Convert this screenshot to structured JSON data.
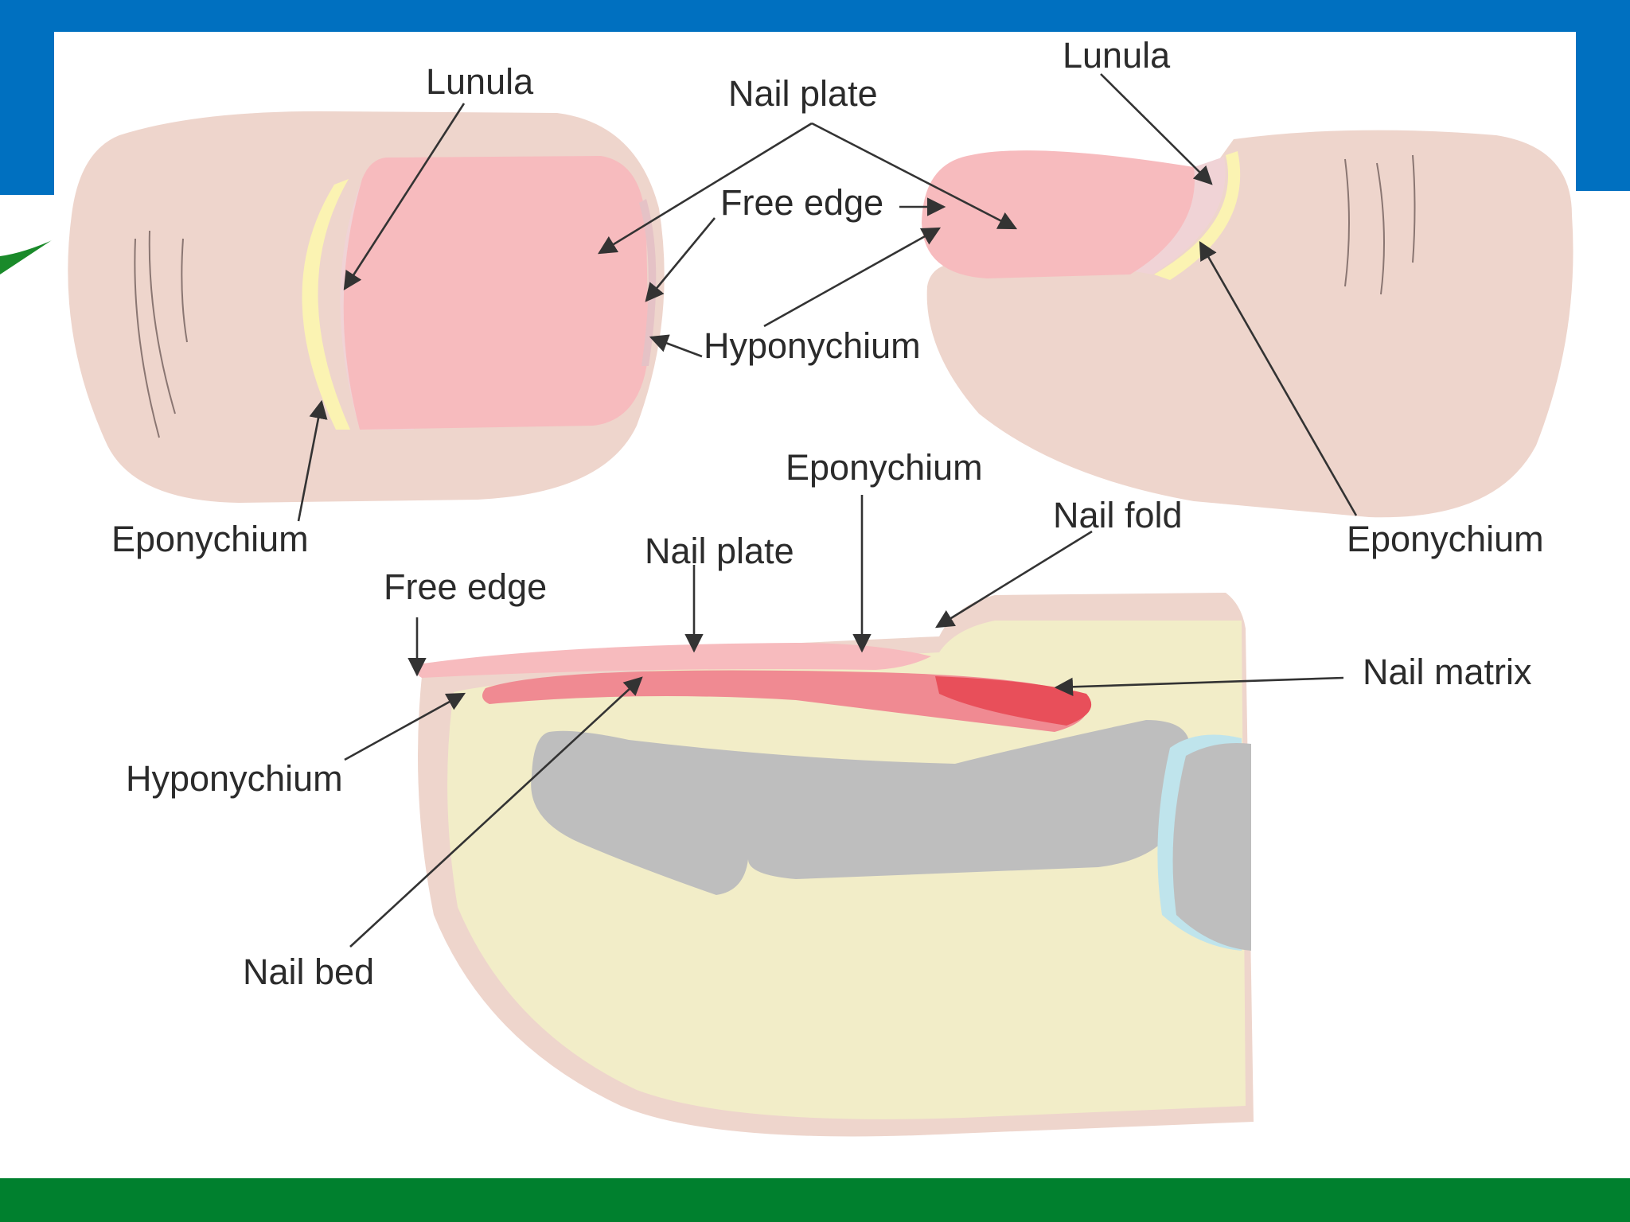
{
  "slide": {
    "colors": {
      "top_band": "#0070C0",
      "bottom_band": "#00802E",
      "accent_line": "#1a8a2a",
      "background": "#ffffff"
    }
  },
  "diagram": {
    "colors": {
      "skin": "#EED5CC",
      "nail_plate": "#F7BBBE",
      "lunula": "#F0D3D6",
      "eponychium": "#FBF3B2",
      "soft_tissue": "#F2EDC8",
      "bone": "#BEBEBE",
      "nail_matrix": "#E84F5A",
      "nail_bed": "#F08A92",
      "joint": "#BFE4EC",
      "label_text": "#2b2b2b",
      "arrow": "#333333"
    },
    "labels": {
      "top_left": {
        "lunula": "Lunula",
        "nail_plate": "Nail plate",
        "free_edge": "Free edge",
        "hyponychium": "Hyponychium",
        "eponychium": "Eponychium"
      },
      "top_right": {
        "lunula": "Lunula",
        "eponychium": "Eponychium"
      },
      "cross_section": {
        "eponychium": "Eponychium",
        "nail_fold": "Nail fold",
        "nail_plate": "Nail plate",
        "free_edge": "Free edge",
        "nail_matrix": "Nail matrix",
        "hyponychium": "Hyponychium",
        "nail_bed": "Nail bed"
      }
    }
  }
}
